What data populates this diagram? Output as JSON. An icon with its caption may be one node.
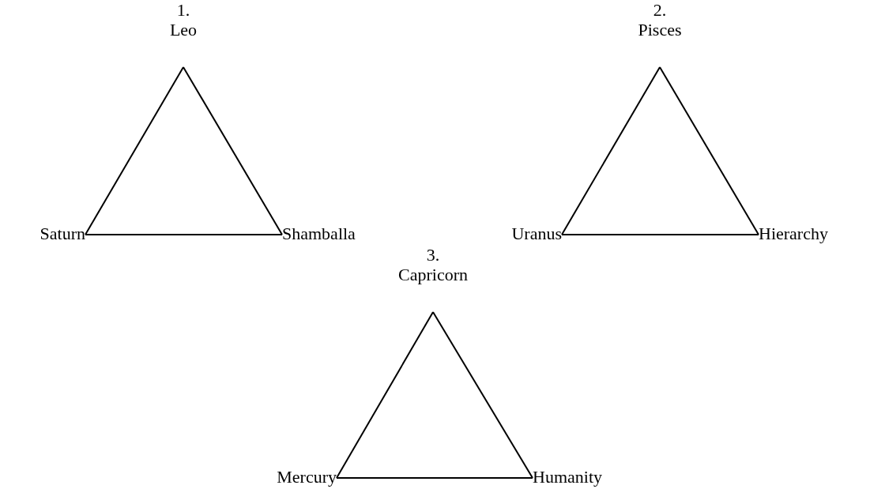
{
  "diagram": {
    "nodes": [
      {
        "text": [
          "1.",
          "Leo"
        ]
      },
      {
        "text": [
          "Saturn"
        ]
      },
      {
        "text": [
          "Shamballa"
        ]
      },
      {
        "text": [
          "2.",
          "Pisces"
        ]
      },
      {
        "text": [
          "Uranus"
        ]
      },
      {
        "text": [
          "Hierarchy"
        ]
      },
      {
        "text": [
          "3.",
          "Capricorn"
        ]
      },
      {
        "text": [
          "Mercury"
        ]
      },
      {
        "text": [
          "Humanity"
        ]
      }
    ],
    "edges": [
      {
        "from": 0,
        "to": 1,
        "arrow": "none"
      },
      {
        "from": 0,
        "to": 2,
        "arrow": "none"
      },
      {
        "from": 1,
        "to": 2,
        "arrow": "none"
      },
      {
        "from": 3,
        "to": 4,
        "arrow": "none"
      },
      {
        "from": 3,
        "to": 5,
        "arrow": "none"
      },
      {
        "from": 4,
        "to": 5,
        "arrow": "none"
      },
      {
        "from": 6,
        "to": 7,
        "arrow": "none"
      },
      {
        "from": 6,
        "to": 8,
        "arrow": "none"
      },
      {
        "from": 7,
        "to": 8,
        "arrow": "none"
      }
    ]
  }
}
